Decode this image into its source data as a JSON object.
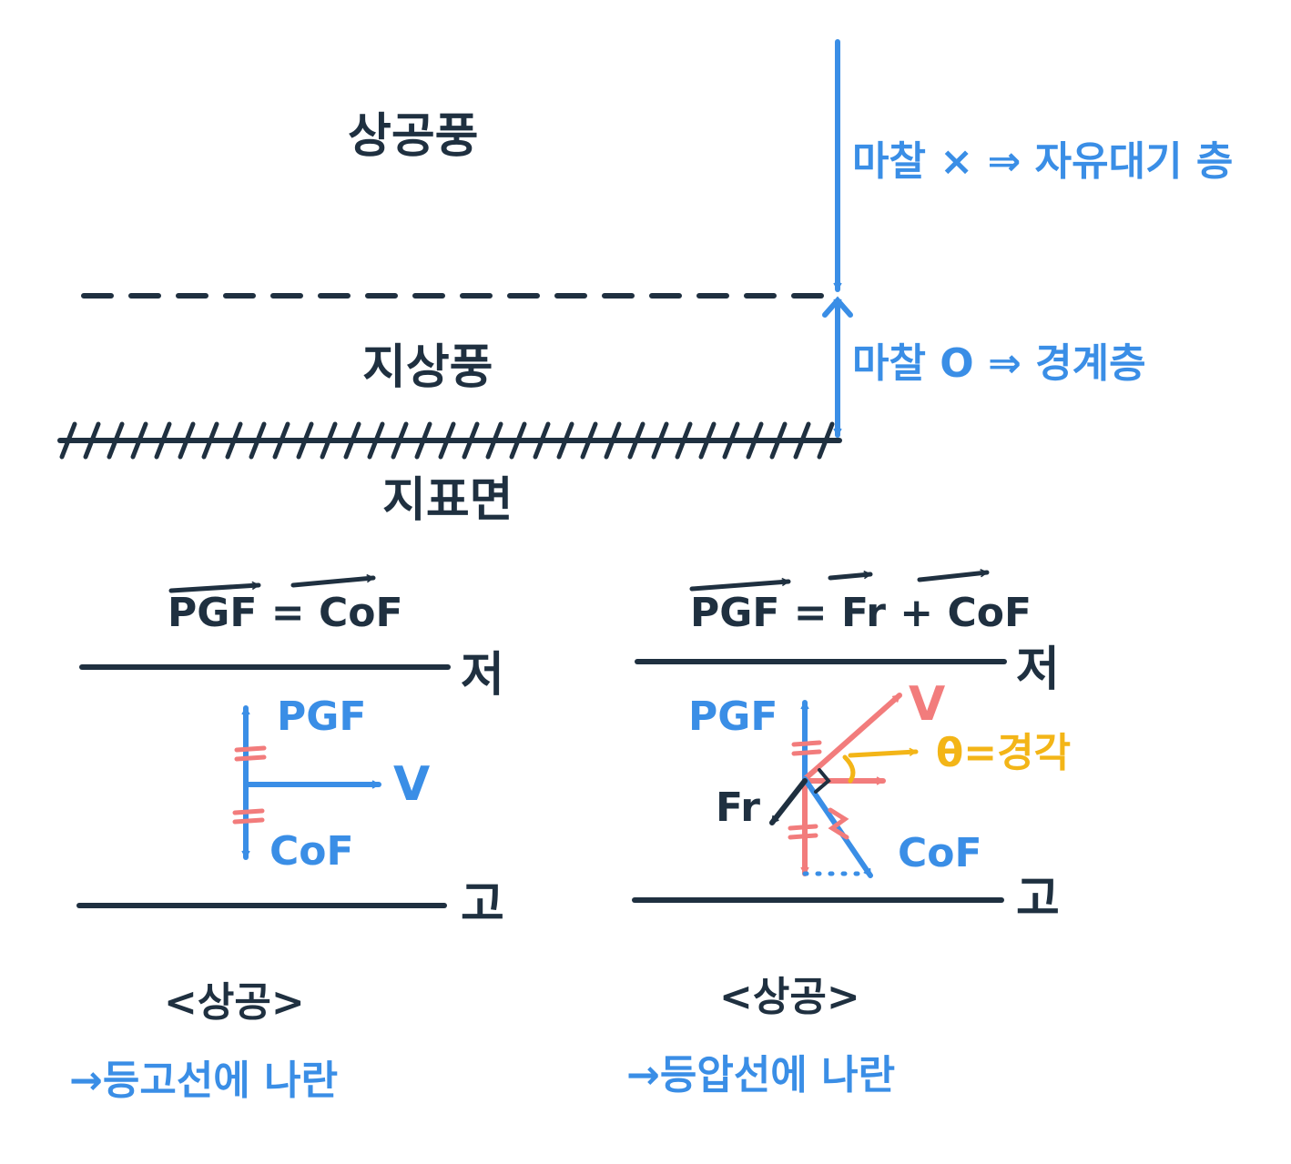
{
  "layers": {
    "upper": "상공풍",
    "surface_wind": "지상풍",
    "ground": "지표면"
  },
  "annotations": {
    "upper_layer": "마찰 × ⇒ 자유대기 층",
    "lower_layer": "마찰 O ⇒ 경계층"
  },
  "left_diagram": {
    "equation_lhs": "PGF",
    "equation_eq": "=",
    "equation_rhs": "CoF",
    "low": "저",
    "high": "고",
    "pgf": "PGF",
    "v": "V",
    "cof": "CoF",
    "title": "<상공>",
    "note": "→등고선에 나란"
  },
  "right_diagram": {
    "equation_lhs": "PGF",
    "equation_eq": "=",
    "equation_fr": "Fr",
    "equation_plus": "+",
    "equation_rhs": "CoF",
    "low": "저",
    "high": "고",
    "pgf": "PGF",
    "v": "V",
    "theta": "θ=경각",
    "fr": "Fr",
    "cof": "CoF",
    "title": "<상공>",
    "note": "→등압선에 나란"
  },
  "colors": {
    "ink": "#1f3040",
    "blue": "#3a8ee6",
    "red": "#f27c7c",
    "yellow": "#f3b517"
  }
}
